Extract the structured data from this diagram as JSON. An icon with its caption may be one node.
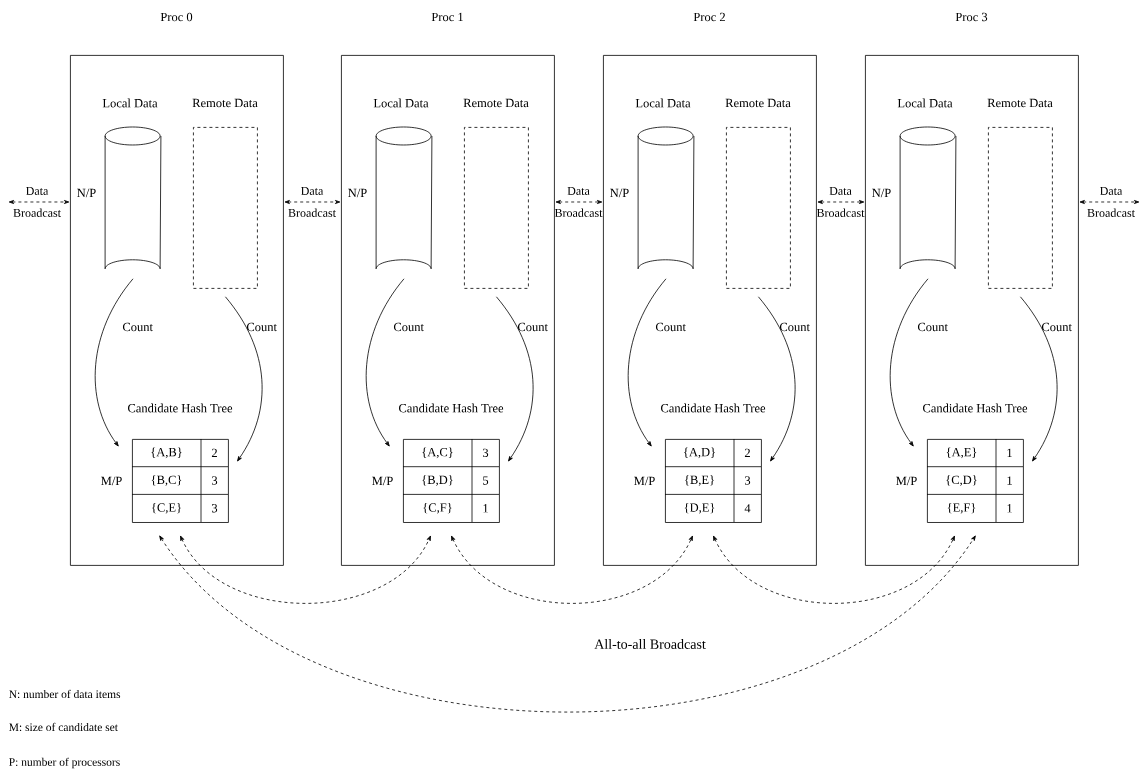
{
  "diagram": {
    "nodes": [
      {
        "text": [
          "Proc 0"
        ]
      },
      {
        "text": [],
        "shape": "cylinder",
        "beside": [
          "Local Data",
          "N/P"
        ],
        "in": 0
      },
      {
        "text": [],
        "shape": "box",
        "beside": [
          "Remote Data"
        ],
        "in": 0
      },
      {
        "text": [
          "{A,B}",
          "2",
          "{B,C}",
          "3",
          "{C,E}",
          "3"
        ],
        "beside": [
          "Candidate Hash Tree",
          "M/P"
        ],
        "in": 0
      },
      {
        "text": [
          "Proc 1"
        ]
      },
      {
        "text": [],
        "shape": "cylinder",
        "beside": [
          "Local Data",
          "N/P"
        ],
        "in": 4
      },
      {
        "text": [],
        "shape": "box",
        "beside": [
          "Remote Data"
        ],
        "in": 4
      },
      {
        "text": [
          "{A,C}",
          "3",
          "{B,D}",
          "5",
          "{C,F}",
          "1"
        ],
        "beside": [
          "Candidate Hash Tree",
          "M/P"
        ],
        "in": 4
      },
      {
        "text": [
          "Proc 2"
        ]
      },
      {
        "text": [],
        "shape": "cylinder",
        "beside": [
          "Local Data",
          "N/P"
        ],
        "in": 8
      },
      {
        "text": [],
        "shape": "box",
        "beside": [
          "Remote Data"
        ],
        "in": 8
      },
      {
        "text": [
          "{A,D}",
          "2",
          "{B,E}",
          "3",
          "{D,E}",
          "4"
        ],
        "beside": [
          "Candidate Hash Tree",
          "M/P"
        ],
        "in": 8
      },
      {
        "text": [
          "Proc 3"
        ]
      },
      {
        "text": [],
        "shape": "cylinder",
        "beside": [
          "Local Data",
          "N/P"
        ],
        "in": 12
      },
      {
        "text": [],
        "shape": "box",
        "beside": [
          "Remote Data"
        ],
        "in": 12
      },
      {
        "text": [
          "{A,E}",
          "1",
          "{C,D}",
          "1",
          "{E,F}",
          "1"
        ],
        "beside": [
          "Candidate Hash Tree",
          "M/P"
        ],
        "in": 12
      }
    ],
    "edges": [
      {
        "from": null,
        "to": 0,
        "arrow": "both",
        "style": "dashed",
        "label": "Data Broadcast"
      },
      {
        "from": 0,
        "to": 4,
        "arrow": "both",
        "style": "dashed",
        "label": "Data Broadcast"
      },
      {
        "from": 4,
        "to": 8,
        "arrow": "both",
        "style": "dashed",
        "label": "Data Broadcast"
      },
      {
        "from": 8,
        "to": 12,
        "arrow": "both",
        "style": "dashed",
        "label": "Data Broadcast"
      },
      {
        "from": 12,
        "to": null,
        "arrow": "both",
        "style": "dashed",
        "label": "Data Broadcast"
      },
      {
        "from": 1,
        "to": 3,
        "arrow": "to",
        "label": "Count"
      },
      {
        "from": 2,
        "to": 3,
        "arrow": "to",
        "label": "Count"
      },
      {
        "from": 5,
        "to": 7,
        "arrow": "to",
        "label": "Count"
      },
      {
        "from": 6,
        "to": 7,
        "arrow": "to",
        "label": "Count"
      },
      {
        "from": 9,
        "to": 11,
        "arrow": "to",
        "label": "Count"
      },
      {
        "from": 10,
        "to": 11,
        "arrow": "to",
        "label": "Count"
      },
      {
        "from": 13,
        "to": 15,
        "arrow": "to",
        "label": "Count"
      },
      {
        "from": 14,
        "to": 15,
        "arrow": "to",
        "label": "Count"
      },
      {
        "from": 3,
        "to": 7,
        "arrow": "both",
        "style": "dashed"
      },
      {
        "from": 7,
        "to": 11,
        "arrow": "both",
        "style": "dashed"
      },
      {
        "from": 11,
        "to": 15,
        "arrow": "both",
        "style": "dashed"
      },
      {
        "from": 3,
        "to": 15,
        "arrow": "both",
        "style": "dashed"
      }
    ],
    "labels": [
      "All-to-all Broadcast",
      "N: number of data items",
      "M: size of candidate set",
      "P: number of processors"
    ]
  }
}
